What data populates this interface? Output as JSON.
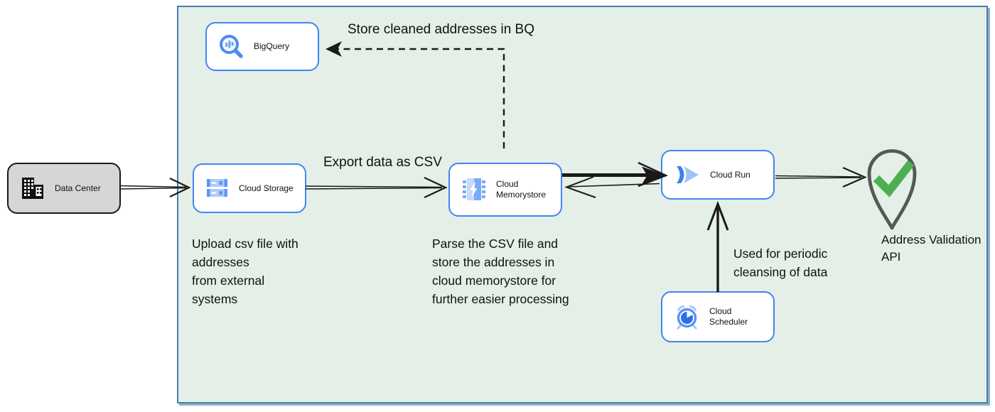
{
  "diagram": {
    "nodes": {
      "data_center": {
        "label": "Data Center",
        "icon": "building-icon"
      },
      "bigquery": {
        "label": "BigQuery",
        "icon": "bigquery-magnifier-icon"
      },
      "cloud_storage": {
        "label": "Cloud Storage",
        "icon": "storage-buckets-icon"
      },
      "cloud_memorystore": {
        "label": "Cloud Memorystore",
        "icon": "memorystore-chip-icon"
      },
      "cloud_run": {
        "label": "Cloud Run",
        "icon": "cloud-run-icon"
      },
      "cloud_scheduler": {
        "label": "Cloud Scheduler",
        "icon": "scheduler-clock-icon"
      }
    },
    "endpoint": {
      "label": "Address Validation\nAPI",
      "icon": "location-pin-check-icon"
    },
    "annotations": {
      "store_bq": "Store cleaned addresses in BQ",
      "export_csv": "Export data as CSV",
      "upload": "Upload csv file with\naddresses\nfrom external\nsystems",
      "parse": "Parse the CSV file and\nstore the addresses in\ncloud  memorystore for\nfurther easier processing",
      "periodic": "Used for periodic\ncleansing of data"
    },
    "colors": {
      "container_fill": "#e3efe7",
      "container_border": "#4b7cac",
      "node_border": "#4285f4",
      "node_fill": "#ffffff",
      "data_center_fill": "#d6d6d6",
      "icon_blue": "#4e8cf0",
      "icon_blue_light": "#aecbfa",
      "check_green": "#4caf50",
      "pin_outline": "#575757",
      "arrow_color": "#1a1a1a"
    }
  }
}
